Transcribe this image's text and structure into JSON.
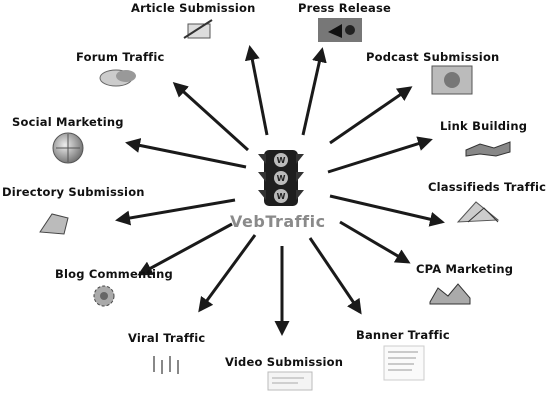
{
  "center": {
    "label": "VebTraffic",
    "light_letter": "W"
  },
  "labels": {
    "article_submission": "Article Submission",
    "press_release": "Press Release",
    "forum_traffic": "Forum Traffic",
    "podcast_submission": "Podcast Submission",
    "social_marketing": "Social Marketing",
    "link_building": "Link Building",
    "directory_submission": "Directory Submission",
    "classifieds_traffic": "Classifieds Traffic",
    "blog_commenting": "Blog Commenting",
    "cpa_marketing": "CPA Marketing",
    "viral_traffic": "Viral Traffic",
    "banner_traffic": "Banner Traffic",
    "video_submission": "Video Submission"
  },
  "colors": {
    "arrow": "#1a1a1a",
    "center_text": "#8a8a8a",
    "traffic_light": "#1e1e1e"
  }
}
